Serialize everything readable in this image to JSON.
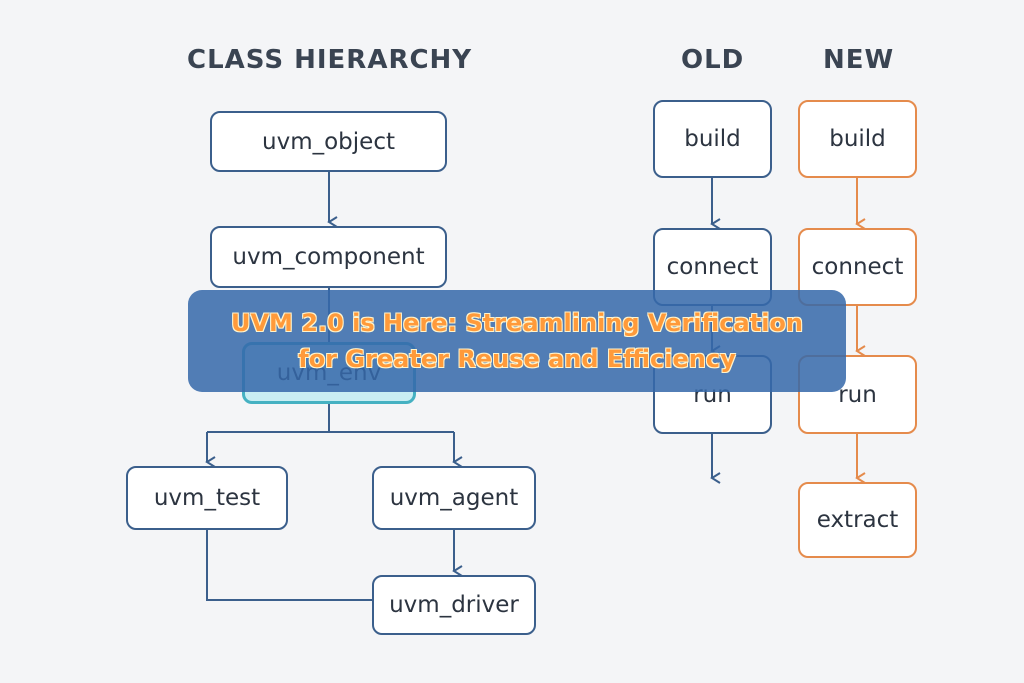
{
  "hierarchy": {
    "heading": "CLASS HIERARCHY",
    "nodes": {
      "object": "uvm_object",
      "component": "uvm_component",
      "env": "uvm_env",
      "test": "uvm_test",
      "agent": "uvm_agent",
      "driver": "uvm_driver"
    }
  },
  "old_phases": {
    "heading": "OLD",
    "steps": [
      "build",
      "connect",
      "run"
    ]
  },
  "new_phases": {
    "heading": "NEW",
    "steps": [
      "build",
      "connect",
      "run",
      "extract"
    ]
  },
  "banner": {
    "line1": "UVM 2.0 is Here: Streamlining Verification",
    "line2": "for Greater Reuse and Efficiency"
  },
  "colors": {
    "background": "#f4f5f7",
    "blue_border": "#3b5f8c",
    "orange_border": "#e58b4c",
    "teal_highlight": "#45b1c2",
    "banner": "#3669aa",
    "banner_text": "#ff9a3a"
  }
}
